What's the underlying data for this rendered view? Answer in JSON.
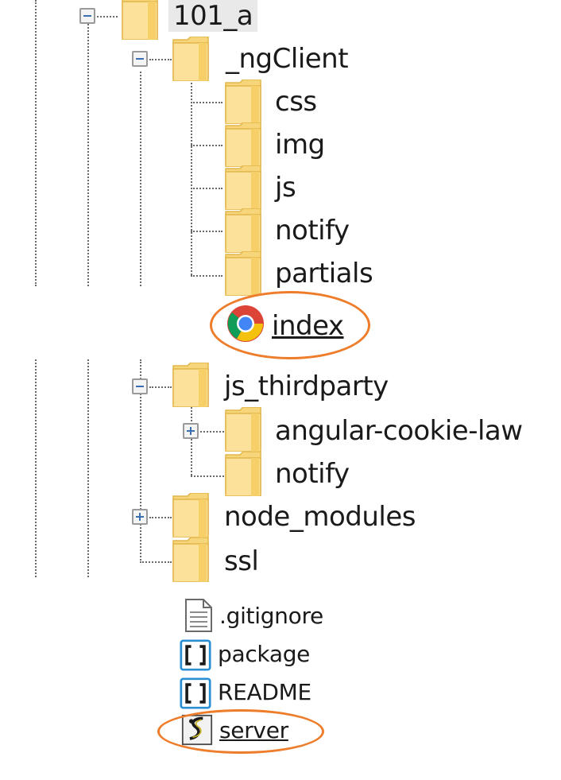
{
  "tree": {
    "root": {
      "label": "101_a"
    },
    "ngClient": {
      "label": "_ngClient",
      "children": [
        {
          "label": "css"
        },
        {
          "label": "img"
        },
        {
          "label": "js"
        },
        {
          "label": "notify"
        },
        {
          "label": "partials"
        }
      ]
    },
    "index": {
      "label": "index",
      "icon": "chrome-icon"
    },
    "js_thirdparty": {
      "label": "js_thirdparty",
      "children": [
        {
          "label": "angular-cookie-law"
        },
        {
          "label": "notify"
        }
      ]
    },
    "node_modules": {
      "label": "node_modules"
    },
    "ssl": {
      "label": "ssl"
    },
    "files": [
      {
        "label": ".gitignore",
        "icon": "text-file-icon"
      },
      {
        "label": "package",
        "icon": "json-brackets-icon"
      },
      {
        "label": "README",
        "icon": "json-brackets-icon"
      },
      {
        "label": "server",
        "icon": "script-file-icon"
      }
    ]
  },
  "colors": {
    "folder": "#f7d57a",
    "highlight_oval": "#ee7d2b",
    "json_icon": "#2b8fd6"
  }
}
